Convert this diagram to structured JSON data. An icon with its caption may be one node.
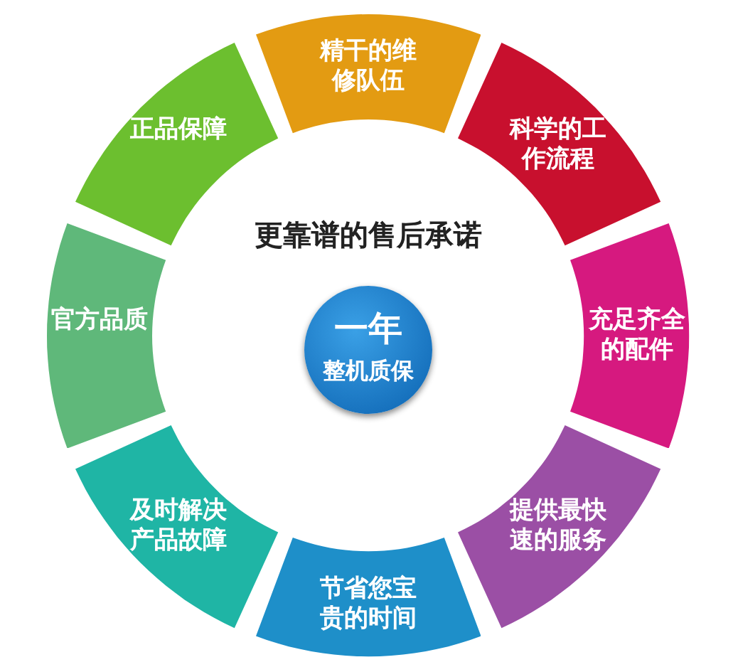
{
  "diagram": {
    "title": "更靠谱的售后承诺",
    "nodes": [
      {
        "text": [
          "精干的维修队伍"
        ]
      },
      {
        "text": [
          "科学的工作流程"
        ]
      },
      {
        "text": [
          "充足齐全的配件"
        ]
      },
      {
        "text": [
          "提供最快速的服务"
        ]
      },
      {
        "text": [
          "节省您宝贵的时间"
        ]
      },
      {
        "text": [
          "及时解决产品故障"
        ]
      },
      {
        "text": [
          "官方品质"
        ]
      },
      {
        "text": [
          "正品保障"
        ]
      },
      {
        "text": [
          "一年",
          "整机质保"
        ]
      }
    ]
  }
}
